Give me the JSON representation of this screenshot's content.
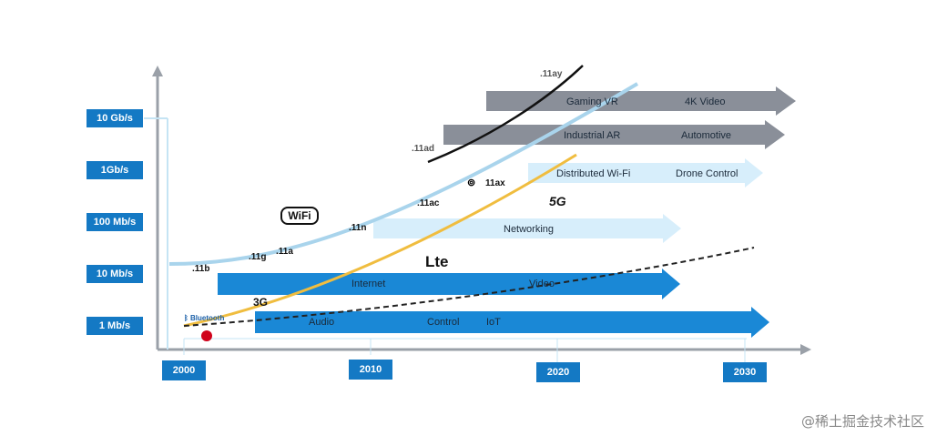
{
  "chart_data": {
    "type": "line",
    "title": "",
    "y_axis_labels": [
      "10 Gb/s",
      "1Gb/s",
      "100 Mb/s",
      "10 Mb/s",
      "1 Mb/s"
    ],
    "x_axis_labels": [
      "2000",
      "2010",
      "2020",
      "2030"
    ],
    "series": [
      {
        "color": "#a9d4ec",
        "style": "solid"
      },
      {
        "color": "#111111",
        "style": "solid"
      },
      {
        "color": "#f0bd3f",
        "style": "solid"
      },
      {
        "color": "#222222",
        "style": "dashed"
      }
    ],
    "standards": [
      ".11b",
      ".11g",
      ".11a",
      ".11n",
      ".11ac",
      ".11ad",
      ".11ay",
      "11ax",
      "3G"
    ],
    "bands": [
      {
        "items": [
          "Gaming VR",
          "4K Video"
        ],
        "color": "#8a8f99"
      },
      {
        "items": [
          "Industrial AR",
          "Automotive"
        ],
        "color": "#8a8f99"
      },
      {
        "items": [
          "Distributed Wi-Fi",
          "Drone Control"
        ],
        "color": "#d7eefb"
      },
      {
        "items": [
          "Networking"
        ],
        "color": "#d7eefb"
      },
      {
        "items": [
          "Internet",
          "Video"
        ],
        "color": "#1a88d6"
      },
      {
        "items": [
          "Audio",
          "Control",
          "IoT"
        ],
        "color": "#1a88d6"
      }
    ],
    "logos": {
      "wifi": "WiFi",
      "lte": "Lte",
      "g5": "5G",
      "bluetooth": "Bluetooth"
    }
  },
  "watermark": "@稀土掘金技术社区"
}
